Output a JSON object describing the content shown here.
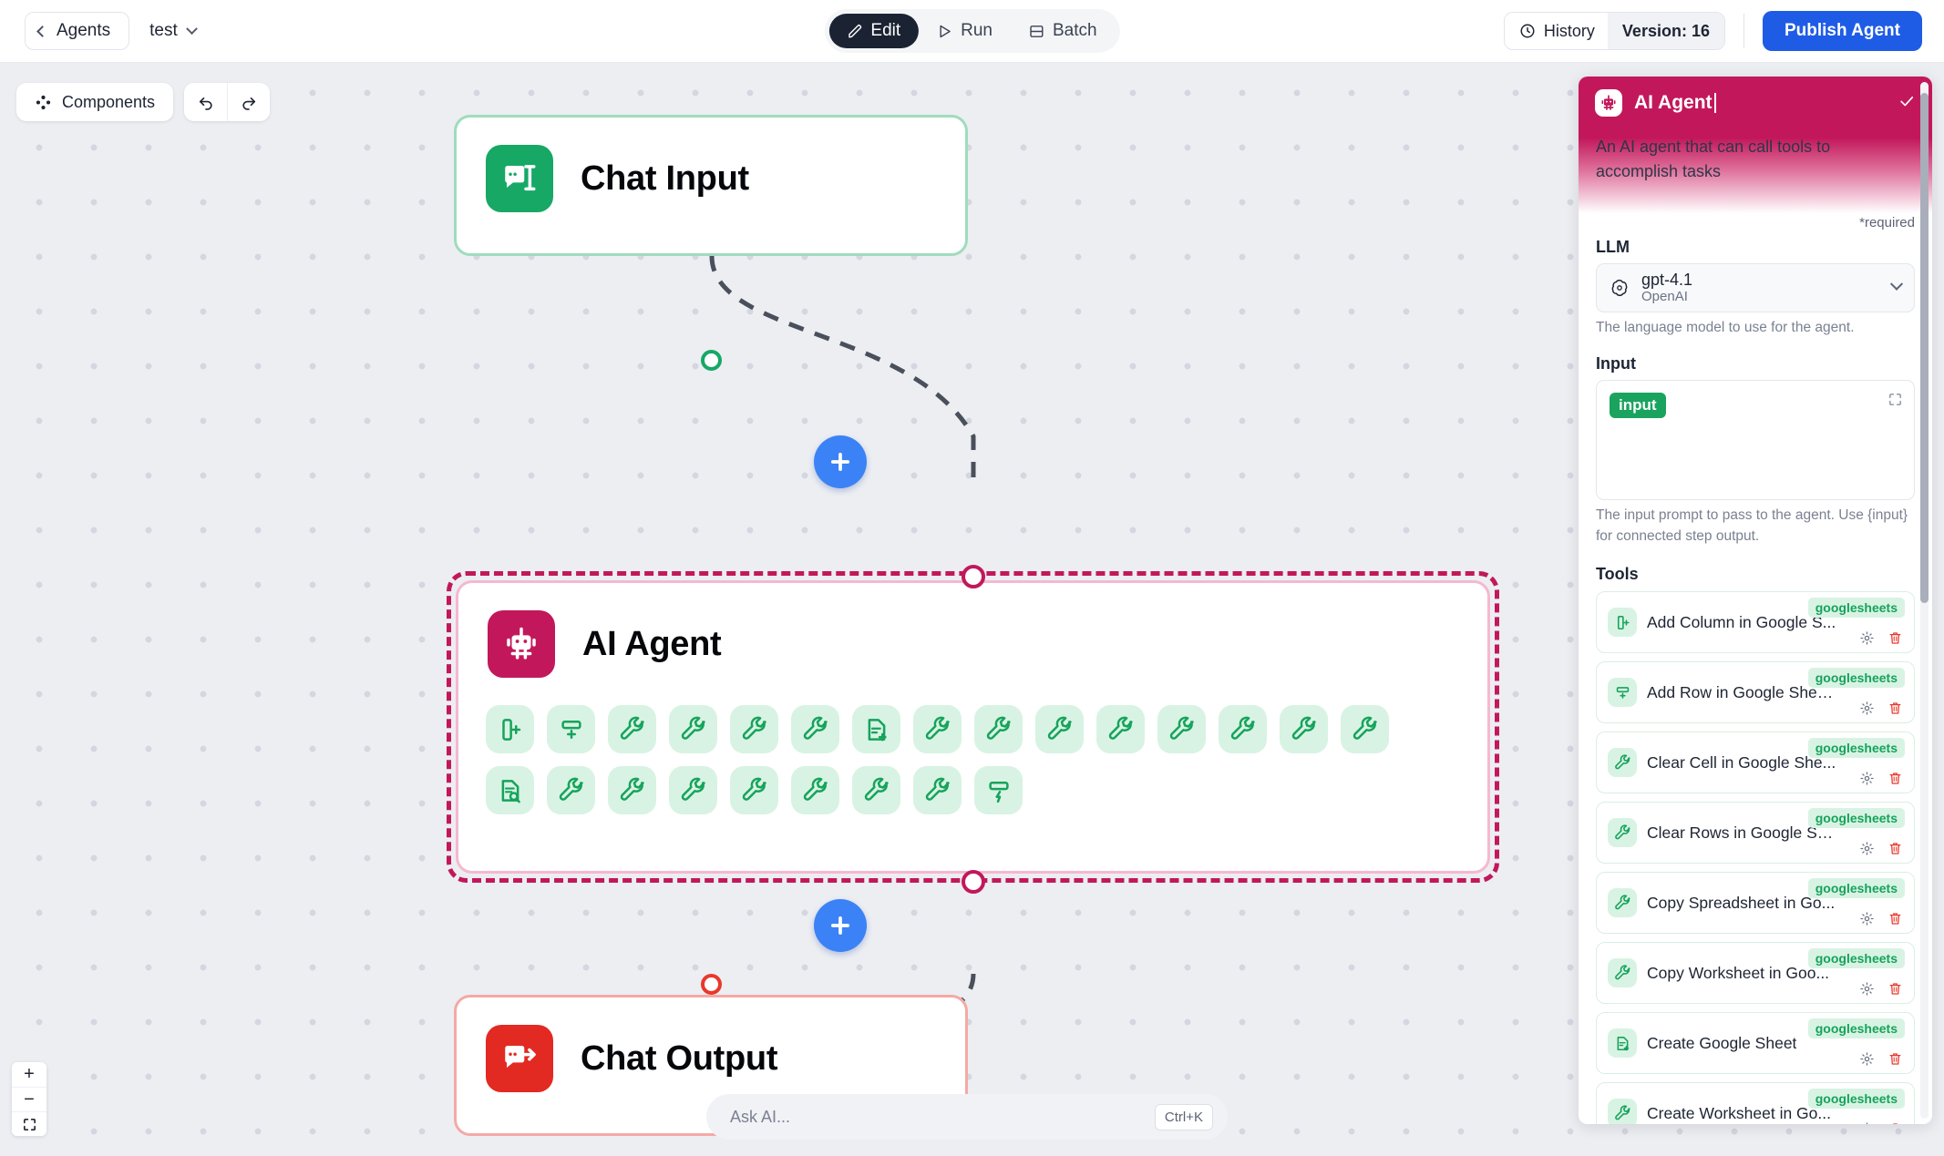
{
  "header": {
    "back_label": "Agents",
    "project_name": "test",
    "modes": [
      {
        "label": "Edit",
        "icon": "pencil-icon",
        "active": true
      },
      {
        "label": "Run",
        "icon": "play-icon",
        "active": false
      },
      {
        "label": "Batch",
        "icon": "batch-icon",
        "active": false
      }
    ],
    "history_label": "History",
    "version_label": "Version: 16",
    "publish_label": "Publish Agent"
  },
  "canvas": {
    "components_label": "Components",
    "undo_label": "Undo",
    "redo_label": "Redo",
    "zoom_in_label": "+",
    "zoom_out_label": "−",
    "fit_label": "Fit view",
    "ask_ai_placeholder": "Ask AI...",
    "ask_ai_shortcut": "Ctrl+K",
    "nodes": [
      {
        "title": "Chat Input",
        "icon": "chat-input-icon",
        "accent": "#17a866"
      },
      {
        "title": "AI Agent",
        "icon": "robot-icon",
        "accent": "#c2185b"
      },
      {
        "title": "Chat Output",
        "icon": "chat-output-icon",
        "accent": "#e8392c"
      }
    ],
    "agent_tool_icons_row1": [
      "add-column-icon",
      "add-row-icon",
      "wrench-icon",
      "wrench-icon",
      "wrench-icon",
      "wrench-icon",
      "create-sheet-icon",
      "wrench-icon",
      "wrench-icon",
      "wrench-icon",
      "wrench-icon",
      "wrench-icon",
      "wrench-icon",
      "wrench-icon",
      "wrench-icon"
    ],
    "agent_tool_icons_row2": [
      "find-sheet-icon",
      "wrench-icon",
      "wrench-icon",
      "wrench-icon",
      "wrench-icon",
      "wrench-icon",
      "wrench-icon",
      "wrench-icon",
      "update-row-icon"
    ]
  },
  "panel": {
    "title": "AI Agent",
    "icon": "robot-icon",
    "close_icon": "check-icon",
    "description": "An AI agent that can call tools to accomplish tasks",
    "required_note": "*required",
    "llm": {
      "label": "LLM",
      "model": "gpt-4.1",
      "provider": "OpenAI",
      "help": "The language model to use for the agent."
    },
    "input": {
      "label": "Input",
      "chip": "input",
      "help": "The input prompt to pass to the agent. Use {input} for connected step output."
    },
    "tools_label": "Tools",
    "tools": [
      {
        "name": "Add Column in Google S...",
        "tag": "googlesheets",
        "icon": "add-column-icon"
      },
      {
        "name": "Add Row in Google Sheets",
        "tag": "googlesheets",
        "icon": "add-row-icon"
      },
      {
        "name": "Clear Cell in Google She...",
        "tag": "googlesheets",
        "icon": "wrench-icon"
      },
      {
        "name": "Clear Rows in Google Sh...",
        "tag": "googlesheets",
        "icon": "wrench-icon"
      },
      {
        "name": "Copy Spreadsheet in Go...",
        "tag": "googlesheets",
        "icon": "wrench-icon"
      },
      {
        "name": "Copy Worksheet in Goo...",
        "tag": "googlesheets",
        "icon": "wrench-icon"
      },
      {
        "name": "Create Google Sheet",
        "tag": "googlesheets",
        "icon": "create-sheet-icon"
      },
      {
        "name": "Create Worksheet in Go...",
        "tag": "googlesheets",
        "icon": "wrench-icon"
      }
    ],
    "settings_icon": "gear-icon",
    "delete_icon": "trash-icon"
  },
  "colors": {
    "accent_blue": "#1e5ce6",
    "accent_pink": "#c2185b",
    "green": "#17a866",
    "red": "#e8392c",
    "canvas_bg": "#eceef2"
  }
}
